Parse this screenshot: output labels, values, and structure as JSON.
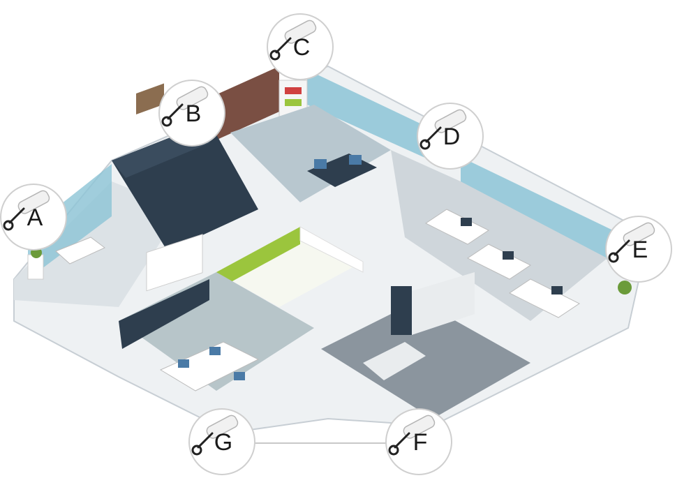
{
  "title": "",
  "colors": {
    "floor_dark": "#2e3e4e",
    "floor_light": "#c9d0d6",
    "floor_grey": "#8b959e",
    "wall_white": "#e9ecee",
    "glass": "#8cc4d6",
    "accent_green": "#9bc53d",
    "brick": "#7a4f43",
    "network_line": "#c8c8c8"
  },
  "devices": [
    {
      "id": "A",
      "label": "A",
      "icon": "wifi-access-point-icon"
    },
    {
      "id": "B",
      "label": "B",
      "icon": "wifi-access-point-icon"
    },
    {
      "id": "C",
      "label": "C",
      "icon": "wifi-access-point-icon"
    },
    {
      "id": "D",
      "label": "D",
      "icon": "wifi-access-point-icon"
    },
    {
      "id": "E",
      "label": "E",
      "icon": "wifi-access-point-icon"
    },
    {
      "id": "F",
      "label": "F",
      "icon": "wifi-access-point-icon"
    },
    {
      "id": "G",
      "label": "G",
      "icon": "wifi-access-point-icon"
    }
  ],
  "links": [
    [
      "G",
      "F"
    ]
  ]
}
